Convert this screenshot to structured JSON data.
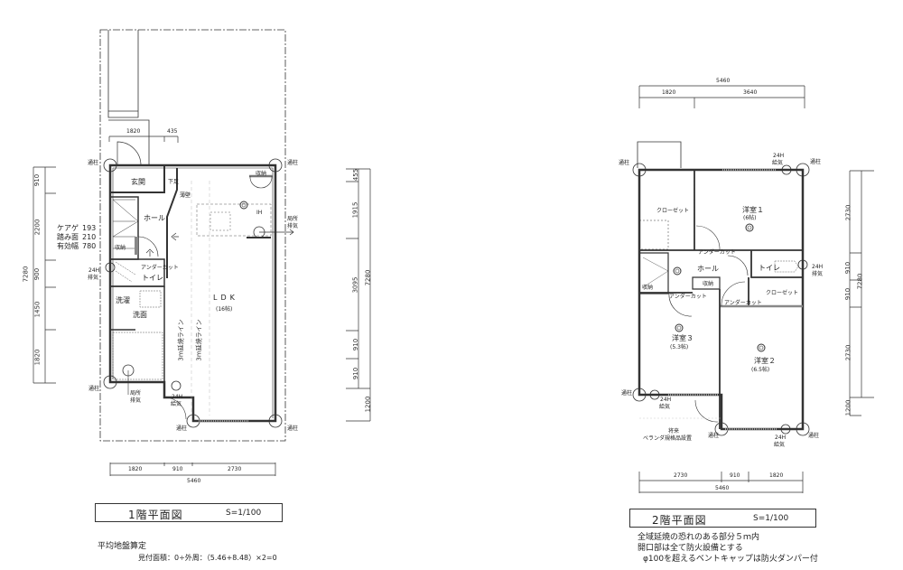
{
  "floor1": {
    "title": "1階平面図",
    "scale": "S=1/100",
    "rooms": {
      "entrance": "玄関",
      "shoe": "下足",
      "partition": "薄壁",
      "hall": "ホール",
      "storage_stairs": "収納",
      "undercut": "アンダーカット",
      "toilet": "トイレ",
      "laundry": "洗濯",
      "washroom": "洗面",
      "ldk": "LDK",
      "ldk_size": "(16帖)",
      "storage": "収納",
      "ih": "IH",
      "fire_line_1": "3m延焼ライン",
      "fire_line_2": "3m延焼ライン"
    },
    "labels": {
      "through_pillar": "通柱",
      "local_exhaust": [
        "局所",
        "排気"
      ],
      "exhaust_24h": [
        "24H",
        "排気"
      ],
      "supply_24h": [
        "24H",
        "給気"
      ],
      "stair_riser": "ケアゲ",
      "stair_riser_val": "193",
      "stair_tread": "踏み面",
      "stair_tread_val": "210",
      "stair_width": "有効幅",
      "stair_width_val": "780"
    },
    "dims_top": [
      "1820",
      "435"
    ],
    "dims_bottom": [
      "1820",
      "910",
      "2730"
    ],
    "dims_bottom_total": "5460",
    "dims_left": [
      "910",
      "2200",
      "900",
      "1450",
      "1820"
    ],
    "dims_left_total": "7280",
    "dims_right": [
      "455",
      "1915",
      "3095",
      "910",
      "910"
    ],
    "dims_right_total": "7280",
    "dims_right_extra": "1200",
    "notes": {
      "heading": "平均地盤算定",
      "formula": "見付面積：0÷外周：（5.46+8.48）×2=0"
    }
  },
  "floor2": {
    "title": "2階平面図",
    "scale": "S=1/100",
    "rooms": {
      "closet_1": "クローゼット",
      "western_1": "洋室１",
      "western_1_size": "(6帖)",
      "storage_stairs": "収納",
      "hall": "ホール",
      "toilet": "トイレ",
      "storage": "収納",
      "closet_2": "クローゼット",
      "western_3": "洋室３",
      "western_3_size": "(5.3帖)",
      "western_2": "洋室２",
      "western_2_size": "(6.5帖)",
      "undercut": "アンダーカット",
      "veranda": [
        "将来",
        "ベランダ規格品設置"
      ]
    },
    "labels": {
      "through_pillar": "通柱",
      "supply_24h": [
        "24H",
        "給気"
      ],
      "exhaust_24h": [
        "24H",
        "排気"
      ]
    },
    "dims_top_total": "5460",
    "dims_top": [
      "1820",
      "3640"
    ],
    "dims_bottom": [
      "2730",
      "910",
      "1820"
    ],
    "dims_bottom_total": "5460",
    "dims_right": [
      "2730",
      "910",
      "910",
      "2730"
    ],
    "dims_right_total": "7280",
    "dims_right_extra": "1200",
    "notes": [
      "全域延焼の恐れのある部分５ｍ内",
      "開口部は全て防火設備とする",
      "φ100を超えるベントキャップは防火ダンパー付"
    ]
  }
}
